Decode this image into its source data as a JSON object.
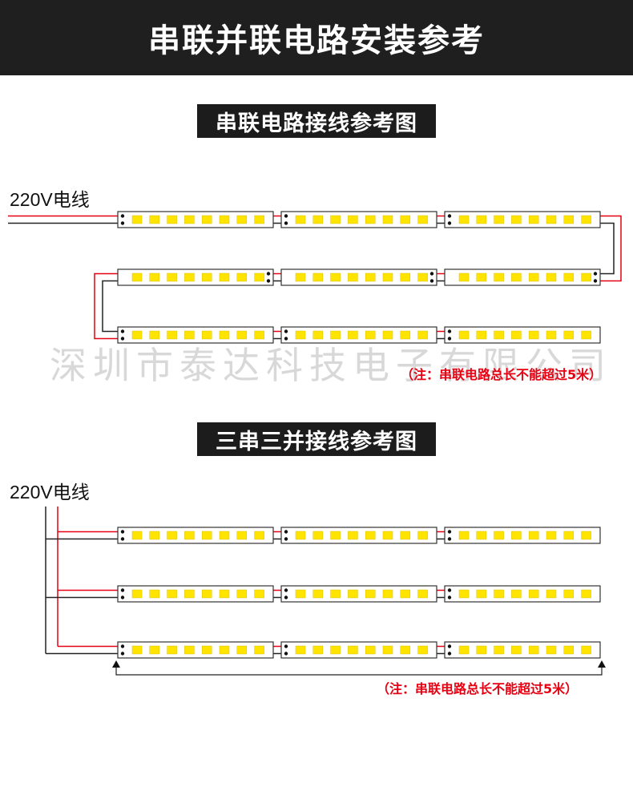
{
  "banner_title": "串联并联电路安装参考",
  "watermark": "深圳市泰达科技电子有限公司",
  "sections": [
    {
      "title": "串联电路接线参考图",
      "voltage_label": "220V电线",
      "note": "（注：串联电路总长不能超过5米）"
    },
    {
      "title": "三串三并接线参考图",
      "voltage_label": "220V电线",
      "note": "（注：串联电路总长不能超过5米）"
    }
  ],
  "colors": {
    "live_wire": "#e60012",
    "neutral_wire": "#222222",
    "led_chip": "#ffe400",
    "banner_bg": "#1f1f1f"
  },
  "strip": {
    "chips_per_segment": 8
  }
}
